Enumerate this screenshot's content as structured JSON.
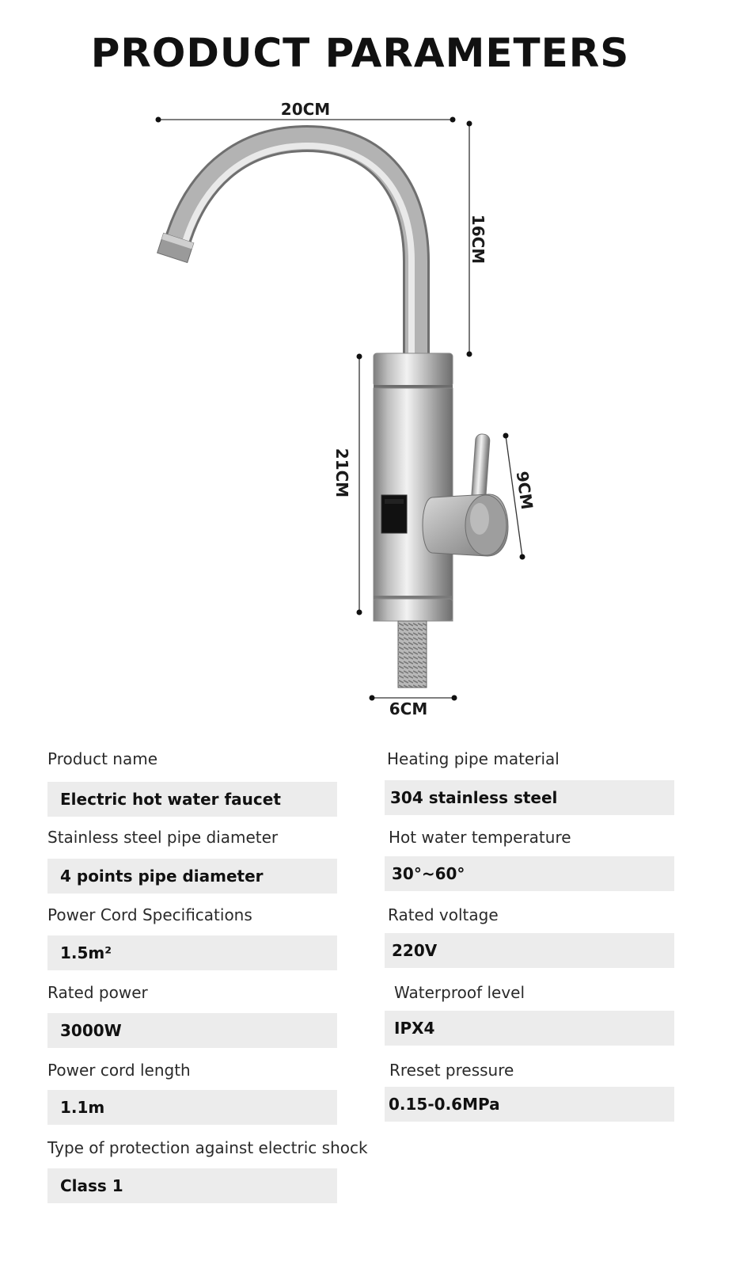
{
  "page": {
    "title": "PRODUCT PARAMETERS"
  },
  "dimensions": {
    "width": "20CM",
    "spout_height": "16CM",
    "body_height": "21CM",
    "handle_length": "9CM",
    "base_width": "6CM"
  },
  "specs": {
    "left": [
      {
        "label": "Product name",
        "value": "Electric hot water faucet"
      },
      {
        "label": "Stainless steel pipe diameter",
        "value": "4 points pipe diameter"
      },
      {
        "label": "Power Cord Specifications",
        "value": "1.5m²"
      },
      {
        "label": "Rated power",
        "value": "3000W"
      },
      {
        "label": "Power cord length",
        "value": "1.1m"
      },
      {
        "label": "Type of protection against electric shock",
        "value": "Class 1"
      }
    ],
    "right": [
      {
        "label": "Heating pipe material",
        "value": "304 stainless steel"
      },
      {
        "label": "Hot water temperature",
        "value": "30°~60°"
      },
      {
        "label": "Rated voltage",
        "value": "220V"
      },
      {
        "label": "Waterproof level",
        "value": "IPX4"
      },
      {
        "label": "Rreset pressure",
        "value": "0.15-0.6MPa"
      }
    ]
  }
}
